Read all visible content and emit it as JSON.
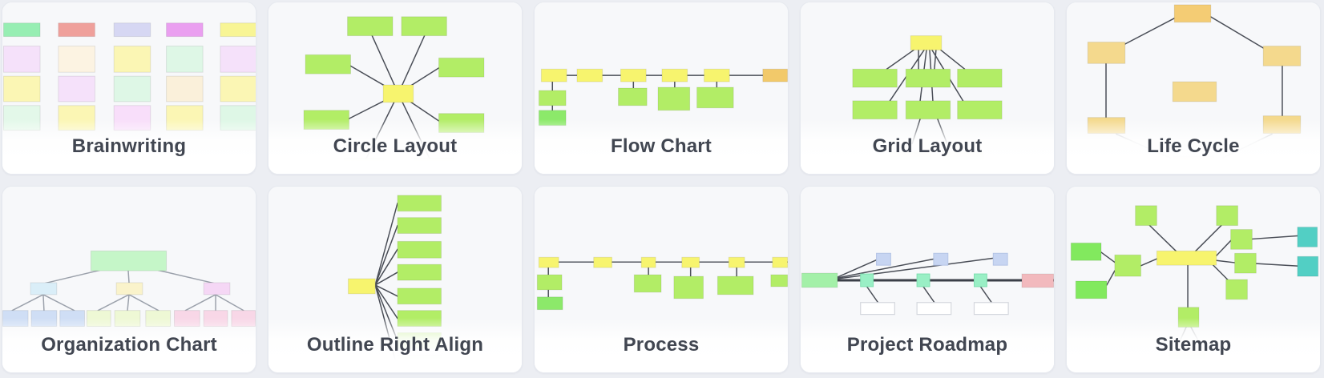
{
  "gallery": {
    "templates": [
      {
        "label": "Brainwriting"
      },
      {
        "label": "Circle Layout"
      },
      {
        "label": "Flow Chart"
      },
      {
        "label": "Grid Layout"
      },
      {
        "label": "Life Cycle"
      },
      {
        "label": "Organization Chart"
      },
      {
        "label": "Outline Right Align"
      },
      {
        "label": "Process"
      },
      {
        "label": "Project Roadmap"
      },
      {
        "label": "Sitemap"
      }
    ]
  },
  "palette": {
    "page-bg": "#eceef3",
    "card-bg": "#ffffff",
    "card-border": "#e6e9ef",
    "thumb-bg": "#f7f8fa",
    "label-color": "#414651",
    "line": "#4a4e57",
    "line-light": "#9ba1ab",
    "line-dark": "#3b3f48",
    "node-yellow": "#f7f46e",
    "node-green": "#b2ed66",
    "node-green-dark": "#8ce96a",
    "node-green-bright": "#82e95e",
    "node-orange": "#f2c96a",
    "node-tan": "#f4d98d",
    "node-tan-dark": "#f4cc74",
    "node-teal": "#52cfc4",
    "org-root-green": "#c5f6c8",
    "org-blue": "#daeef8",
    "org-child-blue": "#cfdef5",
    "org-yellow": "#faf3cb",
    "org-child-yellowgreen": "#eef8d5",
    "org-pink": "#f5d7f5",
    "org-child-pink": "#f8d7e7",
    "road-green": "#a3f0a8",
    "road-mint": "#99efc5",
    "road-mint-border": "#7fdfb0",
    "road-blue": "#c7d5f2",
    "road-blue-border": "#b4c4e6",
    "road-pink": "#f2b9bd",
    "box-white": "#ffffff",
    "box-border": "#d4d7dd",
    "bw-mint": "#97eeb3",
    "bw-salmon": "#efa09b",
    "bw-lavender": "#d6d7f3",
    "bw-orchid": "#ea9ff0",
    "bw-yellow": "#f8f595",
    "pastel-purple": "#f5e1fa",
    "pastel-cream": "#fcf3e2",
    "pastel-yellow": "#fbf6b4",
    "pastel-mint": "#def7e6",
    "pastel-pink": "#f8defa",
    "pastel-green": "#e3f8e9",
    "pastel-amber": "#faf0da"
  }
}
